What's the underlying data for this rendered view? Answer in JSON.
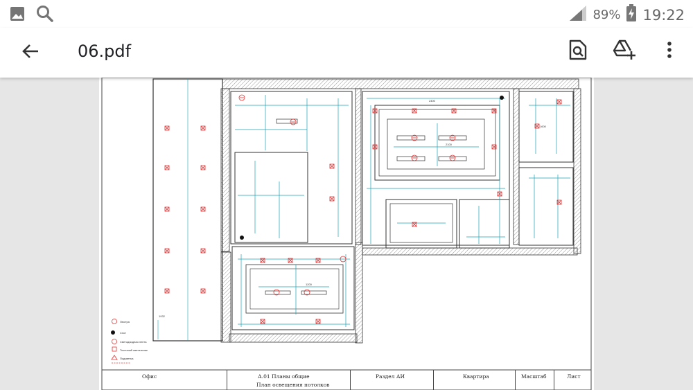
{
  "status_bar": {
    "icons": [
      "image-icon",
      "search-icon"
    ],
    "signal_icon": "cell-signal-icon",
    "battery_percent": "89%",
    "battery_icon": "battery-charging-icon",
    "time": "19:22"
  },
  "app_bar": {
    "back_icon": "arrow-back-icon",
    "title": "06.pdf",
    "actions": [
      "find-in-file-icon",
      "add-to-drive-icon",
      "more-vert-icon"
    ]
  },
  "document": {
    "title_block": {
      "office": "Офис",
      "sheet_code": "А.01 Планы общие",
      "sheet_name": "План освещения потолков",
      "section": "Раздел АИ",
      "object": "Квартира",
      "scale_label": "Масштаб",
      "sheet_label": "Лист"
    },
    "legend": [
      "Люстра",
      "Спот",
      "Светодиодная лента",
      "Точечный светильник",
      "Подсветка"
    ],
    "dimension_labels": [
      "1932",
      "2400",
      "1600",
      "1200",
      "2100"
    ],
    "colors": {
      "walls": "#333333",
      "dimensions": "#1aa3b5",
      "fixtures": "#e03030",
      "hatch": "#999999"
    }
  }
}
